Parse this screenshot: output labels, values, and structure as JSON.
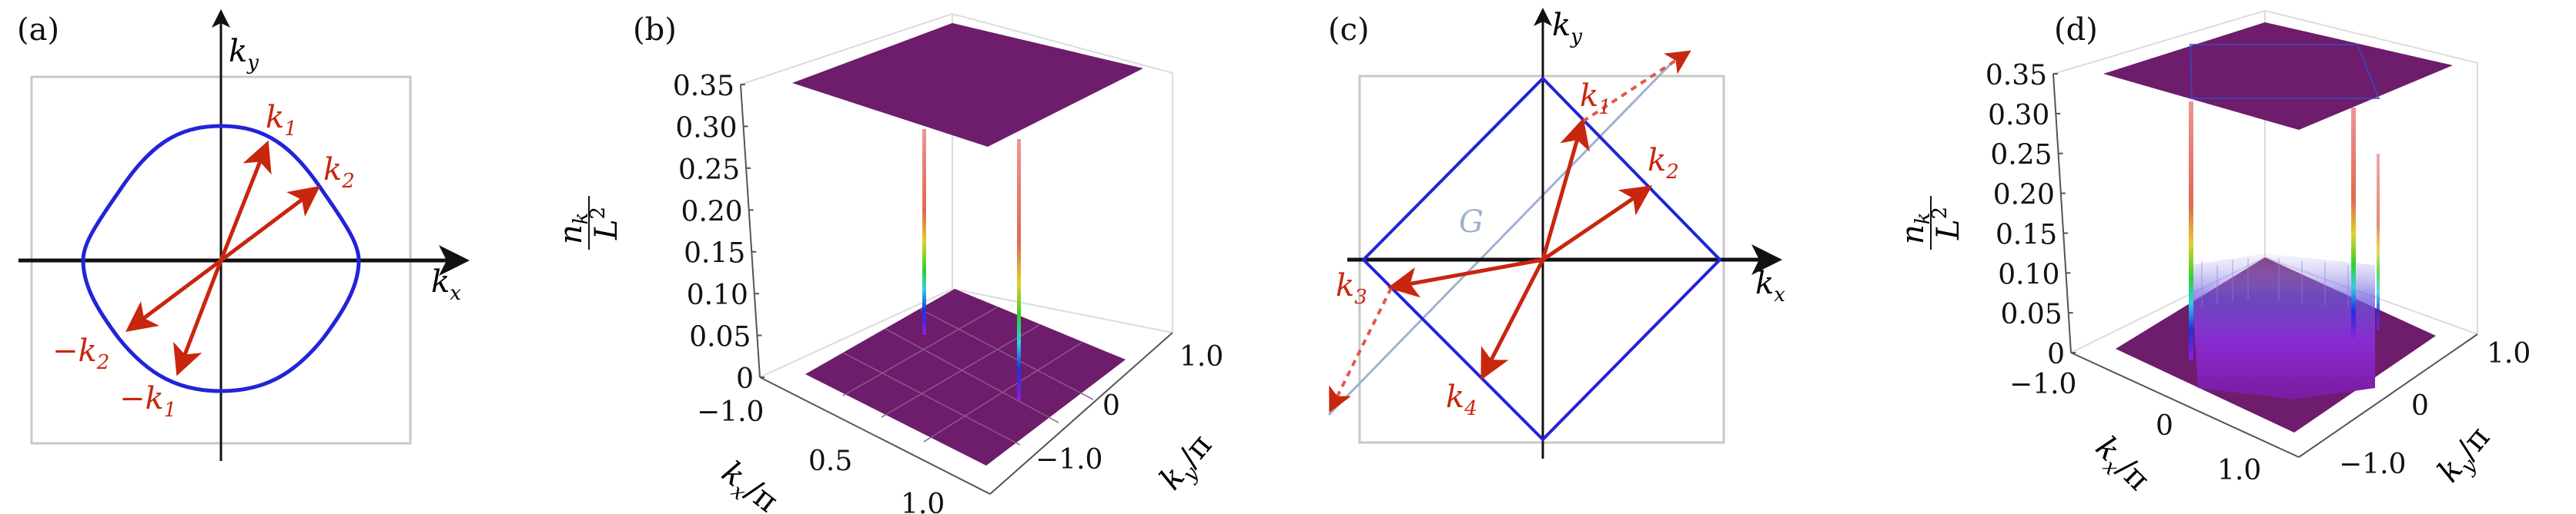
{
  "colors": {
    "fermi_surface": "#2323d8",
    "arrow": "#c8260f",
    "G_line": "#9fb2cf",
    "plane": "#6e1c6c",
    "axis": "#111111"
  },
  "panel_a": {
    "label": "(a)",
    "axis_y": {
      "main": "k",
      "sub": "y"
    },
    "axis_x": {
      "main": "k",
      "sub": "x"
    },
    "arrows": [
      {
        "sign": "",
        "main": "k",
        "sub": "1"
      },
      {
        "sign": "",
        "main": "k",
        "sub": "2"
      },
      {
        "sign": "−",
        "main": "k",
        "sub": "2"
      },
      {
        "sign": "−",
        "main": "k",
        "sub": "1"
      }
    ]
  },
  "panel_b": {
    "label": "(b)",
    "z_label": {
      "num": "n",
      "num_sub": "k",
      "den": "L",
      "den_sup": "2"
    },
    "z_ticks": [
      "0.35",
      "0.30",
      "0.25",
      "0.20",
      "0.15",
      "0.10",
      "0.05",
      "0"
    ],
    "x_ticks": [
      "−1.0",
      "0.5",
      "1.0"
    ],
    "y_ticks": [
      "1.0",
      "0",
      "−1.0"
    ],
    "x_label": {
      "main": "k",
      "sub": "x",
      "rest": "/π"
    },
    "y_label": {
      "main": "k",
      "sub": "y",
      "rest": "/π"
    }
  },
  "panel_c": {
    "label": "(c)",
    "axis_y": {
      "main": "k",
      "sub": "y"
    },
    "axis_x": {
      "main": "k",
      "sub": "x"
    },
    "G_label": "G",
    "arrows": [
      {
        "main": "k",
        "sub": "1"
      },
      {
        "main": "k",
        "sub": "2"
      },
      {
        "main": "k",
        "sub": "3"
      },
      {
        "main": "k",
        "sub": "4"
      }
    ]
  },
  "panel_d": {
    "label": "(d)",
    "z_label": {
      "num": "n",
      "num_sub": "k",
      "den": "L",
      "den_sup": "2"
    },
    "z_ticks": [
      "0.35",
      "0.30",
      "0.25",
      "0.20",
      "0.15",
      "0.10",
      "0.05",
      "0"
    ],
    "x_ticks": [
      "−1.0",
      "0",
      "1.0"
    ],
    "y_ticks": [
      "1.0",
      "0",
      "−1.0"
    ],
    "x_label": {
      "main": "k",
      "sub": "x",
      "rest": "/π"
    },
    "y_label": {
      "main": "k",
      "sub": "y",
      "rest": "/π"
    }
  }
}
